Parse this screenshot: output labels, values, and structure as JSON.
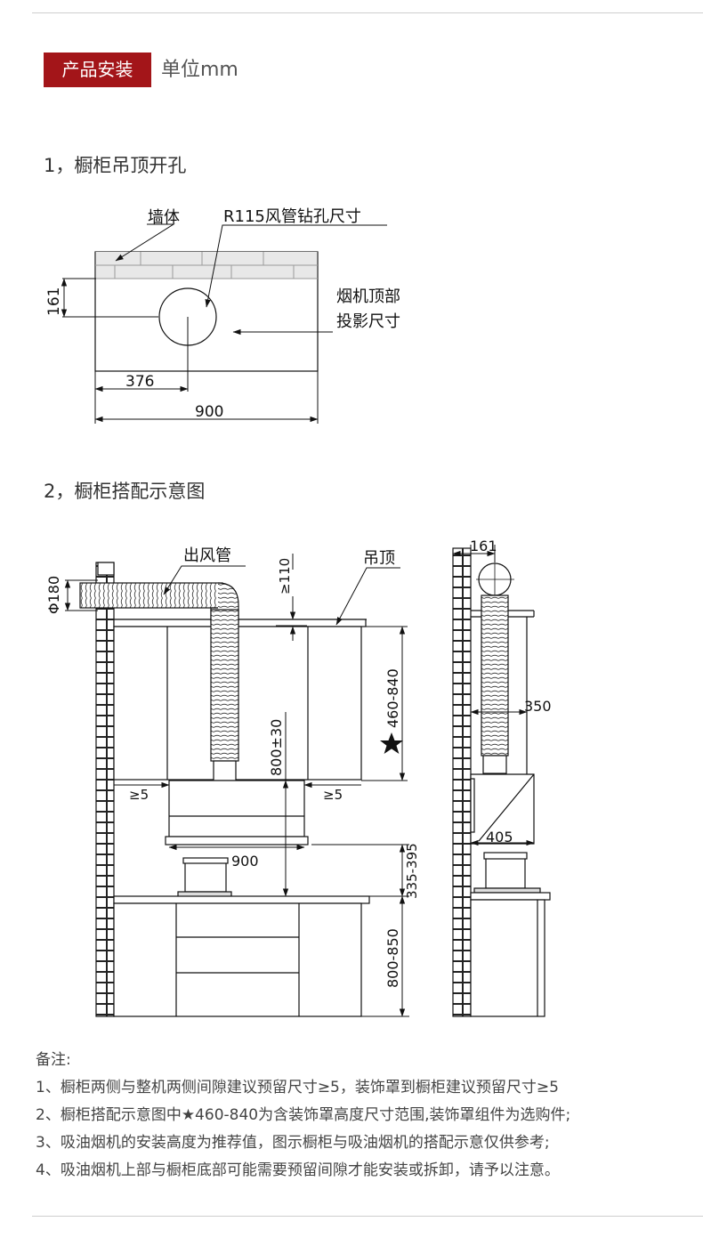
{
  "header": {
    "badge": "产品安装",
    "unit": "单位mm"
  },
  "section1": {
    "title": "1，橱柜吊顶开孔",
    "labels": {
      "wall": "墙体",
      "hole": "R115风管钻孔尺寸",
      "proj1": "烟机顶部",
      "proj2": "投影尺寸",
      "d161": "161",
      "d376": "376",
      "d900": "900"
    }
  },
  "section2": {
    "title": "2，橱柜搭配示意图",
    "labels": {
      "phi": "Φ180",
      "duct": "出风管",
      "ge110": "≥110",
      "ceiling": "吊顶",
      "range": "460-840",
      "h800": "800±30",
      "ge5l": "≥5",
      "ge5r": "≥5",
      "w900": "900",
      "h335": "335-395",
      "h800850": "800-850",
      "s161": "161",
      "s350": "350",
      "s405": "405"
    }
  },
  "notes": {
    "title": "备注:",
    "items": [
      "1、橱柜两侧与整机两侧间隙建议预留尺寸≥5，装饰罩到橱柜建议预留尺寸≥5",
      "2、橱柜搭配示意图中★460-840为含装饰罩高度尺寸范围,装饰罩组件为选购件;",
      "3、吸油烟机的安装高度为推荐值，图示橱柜与吸油烟机的搭配示意仅供参考;",
      "4、吸油烟机上部与橱柜底部可能需要预留间隙才能安装或拆卸，请予以注意。"
    ]
  }
}
